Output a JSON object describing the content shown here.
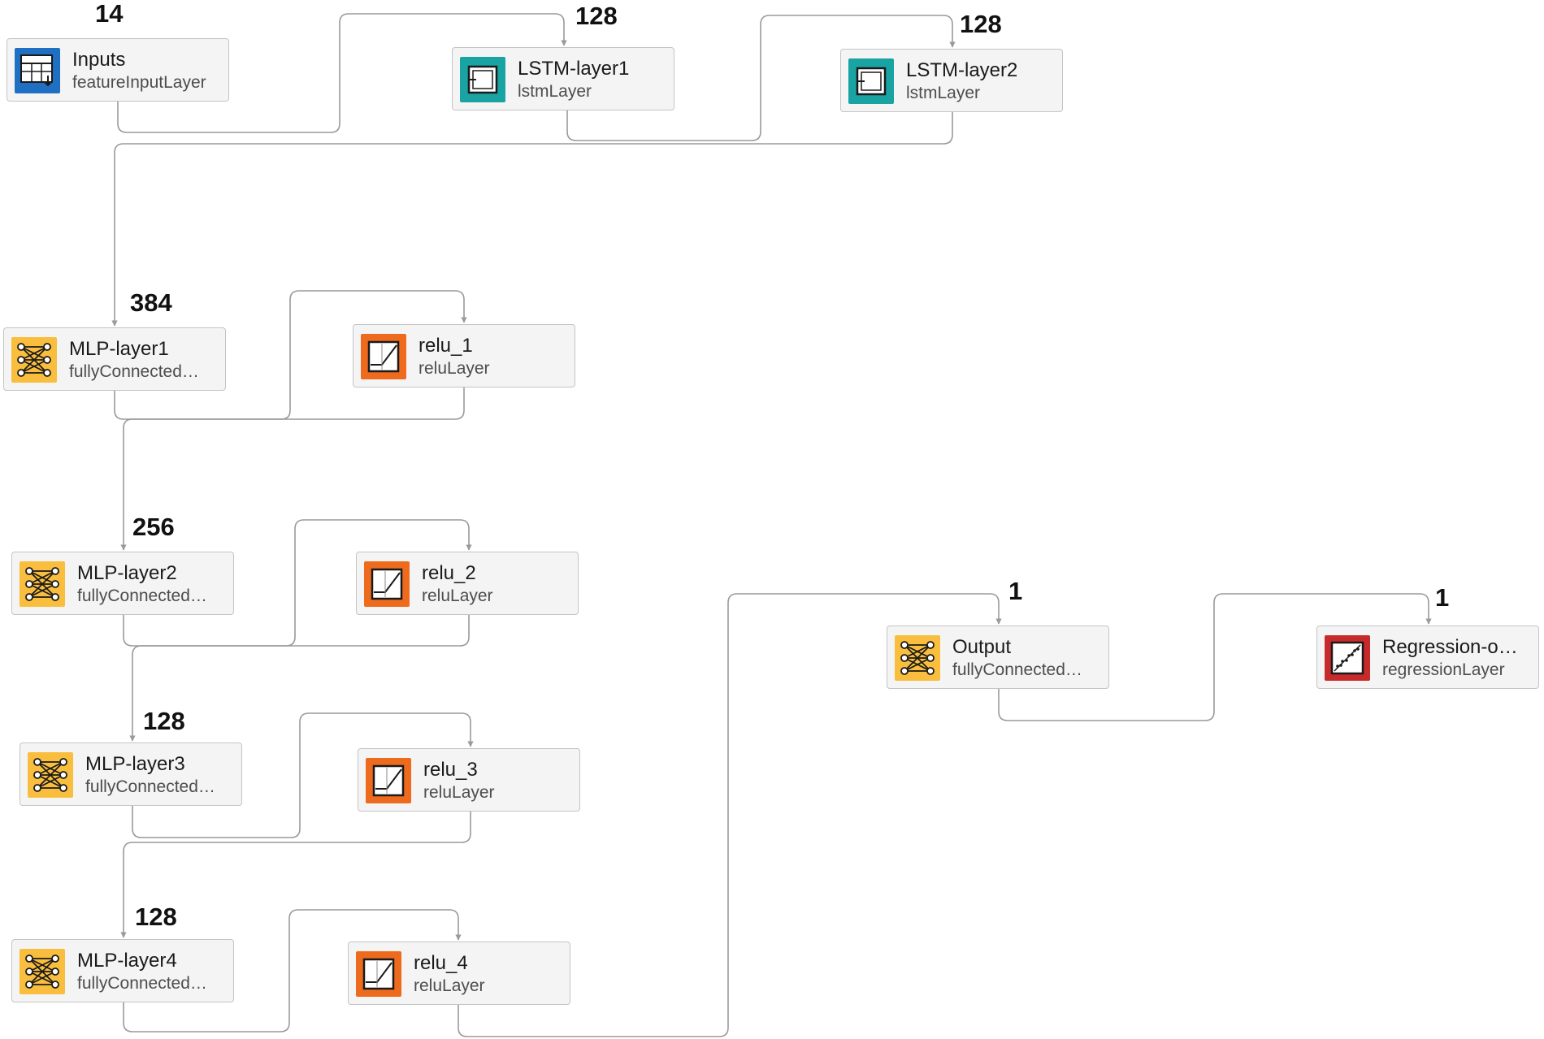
{
  "colors": {
    "input": "#1f6fc3",
    "lstm": "#1aa3a3",
    "fc": "#f9be3d",
    "relu": "#ee6a1d",
    "regression": "#c72a2a",
    "wire": "#9a9a9a"
  },
  "nodes": [
    {
      "name": "Inputs",
      "type": "featureInputLayer",
      "size": "14",
      "icon": "feature-input-icon"
    },
    {
      "name": "LSTM-layer1",
      "type": "lstmLayer",
      "size": "128",
      "icon": "lstm-icon"
    },
    {
      "name": "LSTM-layer2",
      "type": "lstmLayer",
      "size": "128",
      "icon": "lstm-icon"
    },
    {
      "name": "MLP-layer1",
      "type": "fullyConnected…",
      "size": "384",
      "icon": "fully-connected-icon"
    },
    {
      "name": "relu_1",
      "type": "reluLayer",
      "icon": "relu-icon"
    },
    {
      "name": "MLP-layer2",
      "type": "fullyConnected…",
      "size": "256",
      "icon": "fully-connected-icon"
    },
    {
      "name": "relu_2",
      "type": "reluLayer",
      "icon": "relu-icon"
    },
    {
      "name": "MLP-layer3",
      "type": "fullyConnected…",
      "size": "128",
      "icon": "fully-connected-icon"
    },
    {
      "name": "relu_3",
      "type": "reluLayer",
      "icon": "relu-icon"
    },
    {
      "name": "MLP-layer4",
      "type": "fullyConnected…",
      "size": "128",
      "icon": "fully-connected-icon"
    },
    {
      "name": "relu_4",
      "type": "reluLayer",
      "icon": "relu-icon"
    },
    {
      "name": "Output",
      "type": "fullyConnected…",
      "size": "1",
      "icon": "fully-connected-icon"
    },
    {
      "name": "Regression-o…",
      "type": "regressionLayer",
      "size": "1",
      "icon": "regression-icon"
    }
  ],
  "connections": [
    [
      "Inputs",
      "LSTM-layer1"
    ],
    [
      "LSTM-layer1",
      "LSTM-layer2"
    ],
    [
      "LSTM-layer2",
      "MLP-layer1"
    ],
    [
      "MLP-layer1",
      "relu_1"
    ],
    [
      "relu_1",
      "MLP-layer2"
    ],
    [
      "MLP-layer2",
      "relu_2"
    ],
    [
      "relu_2",
      "MLP-layer3"
    ],
    [
      "MLP-layer3",
      "relu_3"
    ],
    [
      "relu_3",
      "MLP-layer4"
    ],
    [
      "MLP-layer4",
      "relu_4"
    ],
    [
      "relu_4",
      "Output"
    ],
    [
      "Output",
      "Regression-o…"
    ]
  ]
}
